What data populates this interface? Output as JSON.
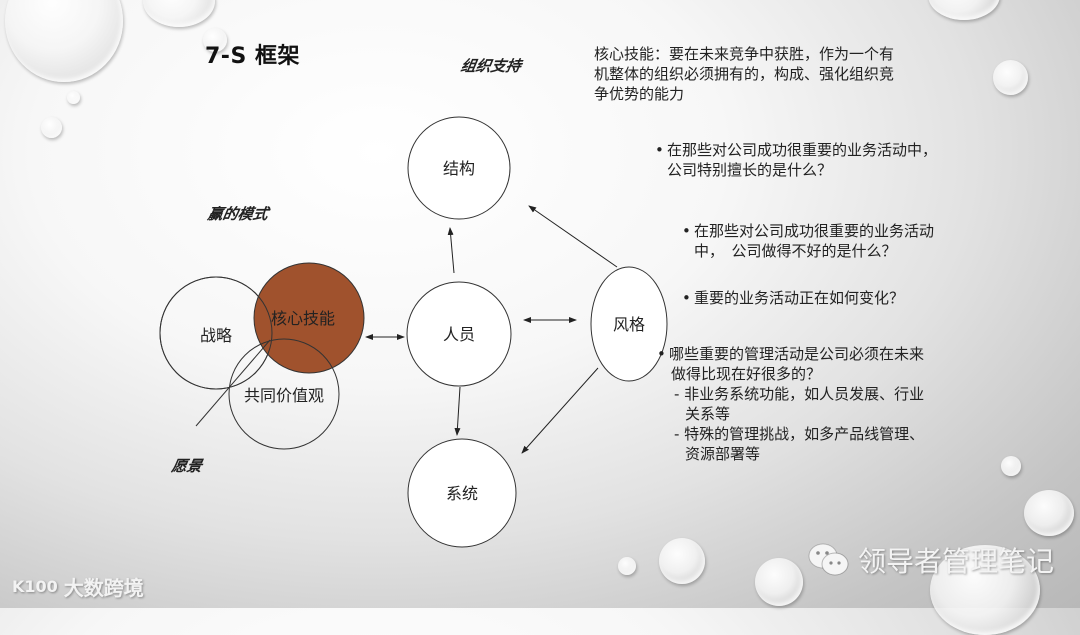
{
  "slide": {
    "title": "7-S 框架",
    "labels": {
      "org_support": "组织支持",
      "winning_model": "赢的模式",
      "vision": "愿景"
    },
    "description": [
      "核心技能：要在未来竞争中获胜，作为一个有",
      "机整体的组织必须拥有的，构成、强化组织竞",
      "争优势的能力"
    ],
    "nodes": {
      "structure": "结构",
      "people": "人员",
      "style": "风格",
      "systems": "系统",
      "strategy": "战略",
      "core_skills": "核心技能",
      "shared_values": "共同价值观"
    },
    "bullets": [
      {
        "lines": [
          "在那些对公司成功很重要的业务活动中，",
          "公司特别擅长的是什么？"
        ]
      },
      {
        "lines": [
          "在那些对公司成功很重要的业务活动",
          "中，　公司做得不好的是什么？"
        ]
      },
      {
        "lines": [
          "重要的业务活动正在如何变化？"
        ]
      },
      {
        "lines": [
          "哪些重要的管理活动是公司必须在未来",
          "做得比现在好很多的？"
        ],
        "sub": [
          {
            "lines": [
              "- 非业务系统功能，如人员发展、行业",
              "关系等"
            ]
          },
          {
            "lines": [
              "- 特殊的管理挑战，如多产品线管理、",
              "资源部署等"
            ]
          }
        ]
      }
    ],
    "colors": {
      "core_skills_fill": "#A0522D",
      "line": "#333333"
    }
  },
  "watermarks": {
    "left": {
      "logo": "K100",
      "text": "大数跨境"
    },
    "right": {
      "icon": "wechat-icon",
      "text": "领导者管理笔记"
    }
  }
}
